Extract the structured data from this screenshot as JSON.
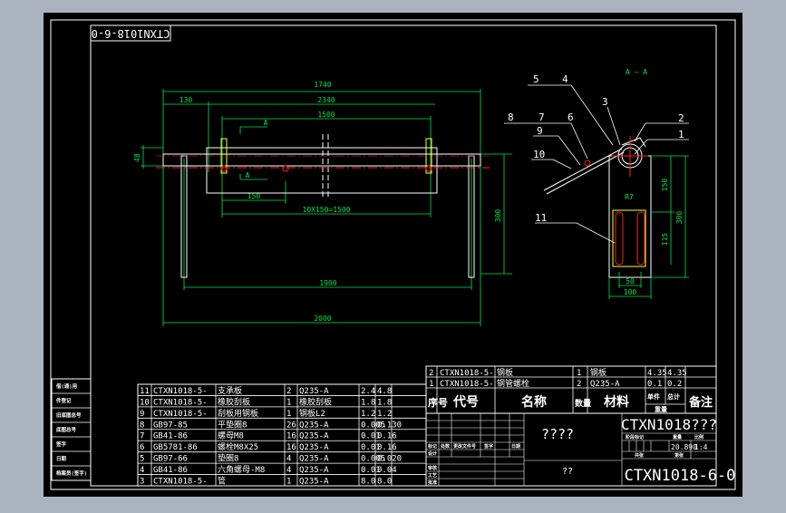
{
  "colors": {
    "background": "#aab3bd",
    "sheet": "#000000",
    "frame": "#ffffff",
    "geometry": "#ffffff",
    "dimension": "#00e64d",
    "centerline": "#ff2020",
    "hidden": "#ffff33",
    "section": "#00e64d",
    "title_text": "#ffffff"
  },
  "sheet": {
    "stamp": "CTXN1018-6-0"
  },
  "front_view": {
    "dims": {
      "overall_top": "1740",
      "left_offset": "130",
      "inner_length": "2340",
      "hole_span": "1500",
      "section_mark_top": "A",
      "section_mark_bottom": "A",
      "height_left": "48",
      "pitch": "150",
      "hole_pattern": "10X150=1500",
      "height_right": "300",
      "leg_span": "1900",
      "overall_bottom": "2000"
    }
  },
  "section_view": {
    "title": "A — A",
    "dims": {
      "radius": "R7",
      "height_total": "300",
      "height_upper": "150",
      "height_lower": "115",
      "slot_width": "50",
      "plate_width": "100"
    },
    "balloons": [
      "5",
      "4",
      "3",
      "2",
      "1",
      "8",
      "7",
      "6",
      "9",
      "10",
      "11"
    ]
  },
  "parts_list_upper": {
    "rows": [
      {
        "no": "2",
        "code": "CTXN1018-5-",
        "name": "钢板",
        "qty": "1",
        "material": "钢板",
        "unit": "4.35",
        "total": "4.35"
      },
      {
        "no": "1",
        "code": "CTXN1018-5-",
        "name": "钢管螺栓",
        "qty": "2",
        "material": "Q235-A",
        "unit": "0.1",
        "total": "0.2"
      }
    ],
    "header": {
      "no": "序号",
      "code": "代号",
      "name": "名称",
      "qty": "数量",
      "material": "材料",
      "single": "单件",
      "total": "总计",
      "weight": "重量",
      "remark": "备注"
    }
  },
  "parts_list_lower": {
    "rows": [
      {
        "no": "11",
        "code": "CTXN1018-5-",
        "name": "支承板",
        "qty": "2",
        "material": "Q235-A",
        "unit": "2.4",
        "total": "4.8"
      },
      {
        "no": "10",
        "code": "CTXN1018-5-",
        "name": "橡胶刮板",
        "qty": "1",
        "material": "橡胶刮板",
        "unit": "1.8",
        "total": "1.8"
      },
      {
        "no": "9",
        "code": "CTXN1018-5-",
        "name": "刮板用钢板",
        "qty": "1",
        "material": "钢板L2",
        "unit": "1.2",
        "total": "1.2"
      },
      {
        "no": "8",
        "code": "GB97-85",
        "name": "平垫圈8",
        "qty": "26",
        "material": "Q235-A",
        "unit": "0.005",
        "total": "0.130"
      },
      {
        "no": "7",
        "code": "GB41-86",
        "name": "螺母M8",
        "qty": "16",
        "material": "Q235-A",
        "unit": "0.01",
        "total": "0.16"
      },
      {
        "no": "6",
        "code": "GB5781-86",
        "name": "螺栓M8X25",
        "qty": "16",
        "material": "Q235-A",
        "unit": "0.01",
        "total": "0.16"
      },
      {
        "no": "5",
        "code": "GB97-66",
        "name": "垫圈8",
        "qty": "4",
        "material": "Q235-A",
        "unit": "0.005",
        "total": "0.020"
      },
      {
        "no": "4",
        "code": "GB41-86",
        "name": "六角螺母-M8",
        "qty": "4",
        "material": "Q235-A",
        "unit": "0.01",
        "total": "0.04"
      },
      {
        "no": "3",
        "code": "CTXN1018-5-",
        "name": "管",
        "qty": "1",
        "material": "Q235-A",
        "unit": "8.0",
        "total": "8.0"
      }
    ]
  },
  "side_labels": [
    "借(通)用",
    "件登记",
    "旧底图总号",
    "底图总号",
    "签字",
    "日期",
    "档案员(签字)"
  ],
  "title_block": {
    "title": "????",
    "drawing_no_top": "CTXN1018???",
    "company": "??",
    "drawing_no": "CTXN1018-6-0",
    "weight": "20.890",
    "scale": "1:4",
    "labels": [
      "标记",
      "处数",
      "更改文件号",
      "签字",
      "日期",
      "设计",
      "审核",
      "工艺",
      "批准"
    ],
    "right_labels": [
      "阶段标记",
      "重量",
      "比例",
      "共张",
      "第张"
    ]
  }
}
